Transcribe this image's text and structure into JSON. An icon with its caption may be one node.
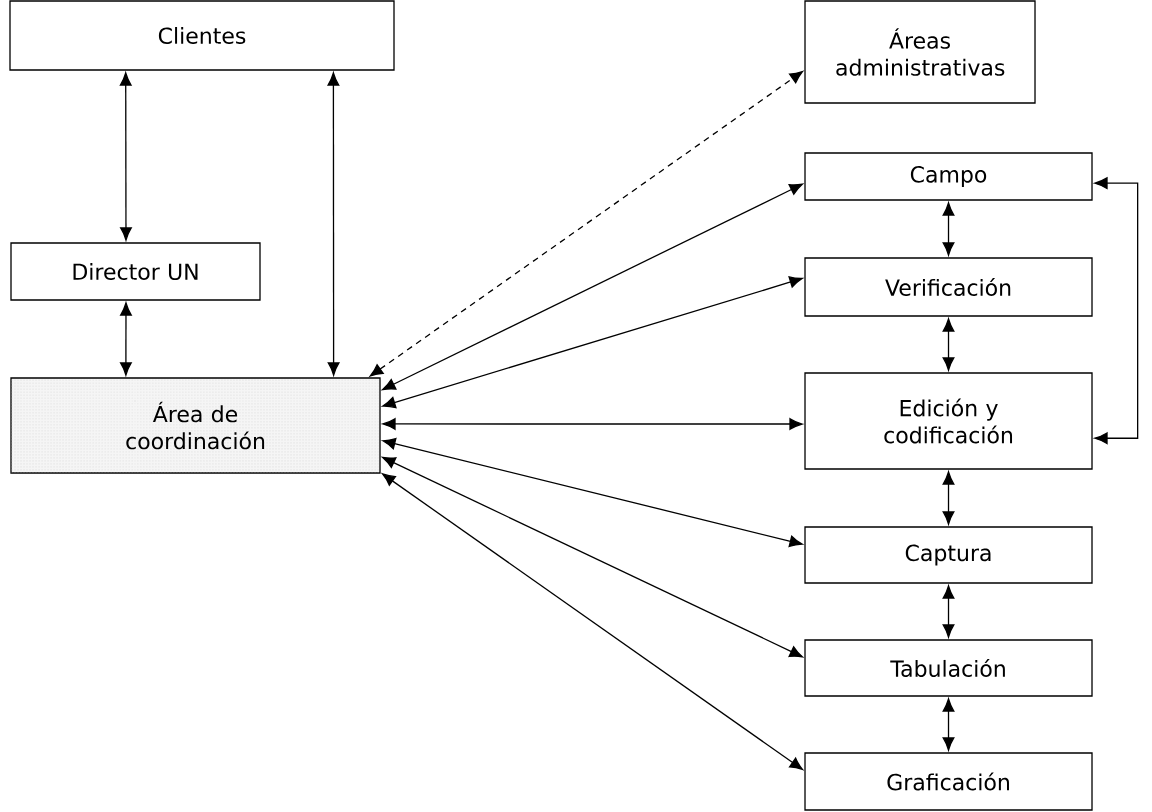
{
  "diagram": {
    "nodes": [
      {
        "text": [
          "Clientes"
        ]
      },
      {
        "text": [
          "Áreas administrativas"
        ]
      },
      {
        "text": [
          "Director UN"
        ]
      },
      {
        "text": [
          "Área de coordinación"
        ]
      },
      {
        "text": [
          "Campo"
        ]
      },
      {
        "text": [
          "Verificación"
        ]
      },
      {
        "text": [
          "Edición y codificación"
        ]
      },
      {
        "text": [
          "Captura"
        ]
      },
      {
        "text": [
          "Tabulación"
        ]
      },
      {
        "text": [
          "Graficación"
        ]
      }
    ],
    "edges": [
      {
        "from": 0,
        "to": 2,
        "arrow": "both"
      },
      {
        "from": 2,
        "to": 3,
        "arrow": "both"
      },
      {
        "from": 0,
        "to": 3,
        "arrow": "both"
      },
      {
        "from": 3,
        "to": 1,
        "arrow": "both",
        "style": "dashed"
      },
      {
        "from": 3,
        "to": 4,
        "arrow": "both"
      },
      {
        "from": 3,
        "to": 5,
        "arrow": "both"
      },
      {
        "from": 3,
        "to": 6,
        "arrow": "both"
      },
      {
        "from": 3,
        "to": 7,
        "arrow": "both"
      },
      {
        "from": 3,
        "to": 8,
        "arrow": "both"
      },
      {
        "from": 3,
        "to": 9,
        "arrow": "both"
      },
      {
        "from": 4,
        "to": 5,
        "arrow": "both"
      },
      {
        "from": 5,
        "to": 6,
        "arrow": "both"
      },
      {
        "from": 6,
        "to": 7,
        "arrow": "both"
      },
      {
        "from": 7,
        "to": 8,
        "arrow": "both"
      },
      {
        "from": 8,
        "to": 9,
        "arrow": "both"
      },
      {
        "from": 4,
        "to": 6,
        "arrow": "both"
      }
    ]
  }
}
